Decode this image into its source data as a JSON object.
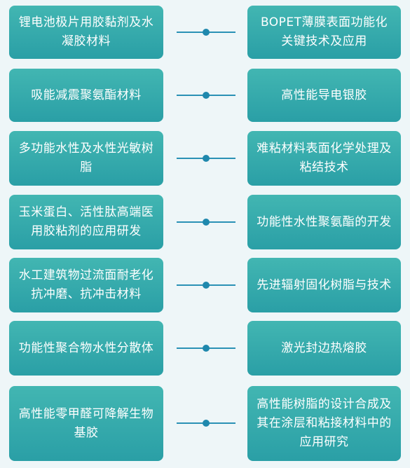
{
  "rows": [
    {
      "left": "锂电池极片用胶黏剂及水凝胶材料",
      "right": "BOPET薄膜表面功能化关键技术及应用"
    },
    {
      "left": "吸能减震聚氨酯材料",
      "right": "高性能导电银胶"
    },
    {
      "left": "多功能水性及水性光敏树脂",
      "right": "难粘材料表面化学处理及粘结技术"
    },
    {
      "left": "玉米蛋白、活性肽高端医用胶粘剂的应用研发",
      "right": "功能性水性聚氨酯的开发"
    },
    {
      "left": "水工建筑物过流面耐老化抗冲磨、抗冲击材料",
      "right": "先进辐射固化树脂与技术"
    },
    {
      "left": "功能性聚合物水性分散体",
      "right": "激光封边热熔胶"
    },
    {
      "left": "高性能零甲醛可降解生物基胶",
      "right": "高性能树脂的设计合成及其在涂层和粘接材料中的应用研究"
    }
  ],
  "colors": {
    "card": "#2a9fa6",
    "connector": "#2a91b5",
    "background": "#eef6f8"
  }
}
